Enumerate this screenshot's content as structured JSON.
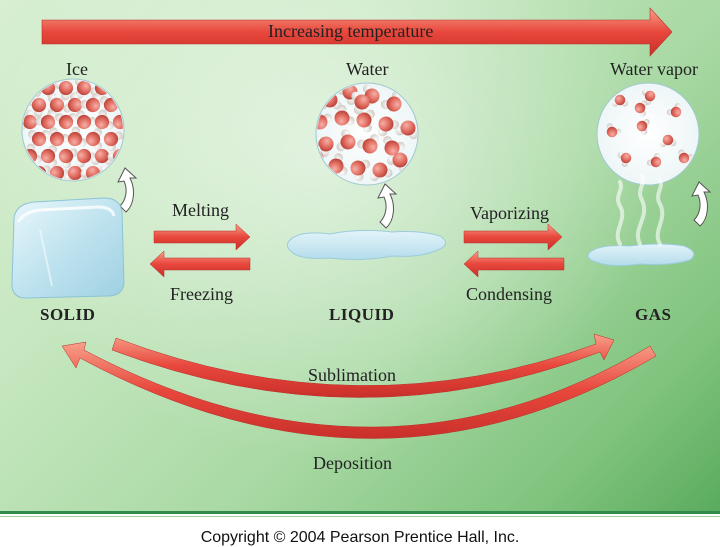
{
  "header": {
    "temperature_label": "Increasing temperature"
  },
  "phases": {
    "ice": "Ice",
    "water": "Water",
    "vapor": "Water vapor"
  },
  "states": {
    "solid": "SOLID",
    "liquid": "LIQUID",
    "gas": "GAS"
  },
  "transitions": {
    "melting": "Melting",
    "freezing": "Freezing",
    "vaporizing": "Vaporizing",
    "condensing": "Condensing",
    "sublimation": "Sublimation",
    "deposition": "Deposition"
  },
  "footer": {
    "copyright": "Copyright © 2004 Pearson Prentice Hall, Inc."
  },
  "colors": {
    "arrow_red": "#e8473c",
    "arrow_red_light": "#f4a08c",
    "molecule_red": "#e06a5e",
    "hydrogen": "#f3f1ee",
    "ice_blue": "#cfe9f4"
  }
}
